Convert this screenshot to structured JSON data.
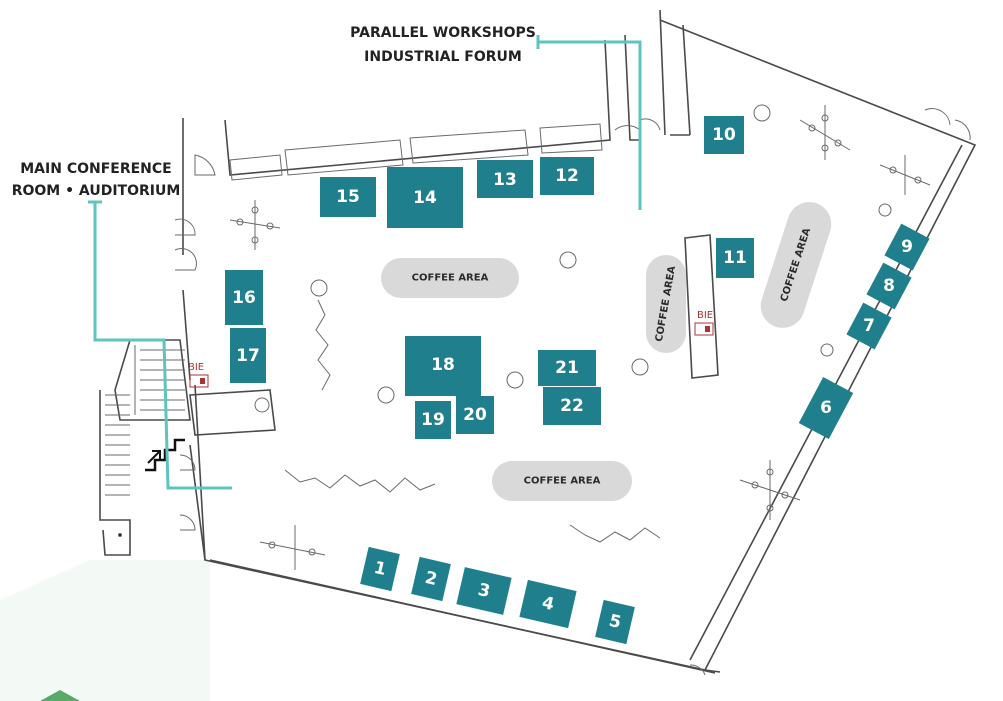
{
  "labels": {
    "workshops_line1": "PARALLEL WORKSHOPS",
    "workshops_line2": "INDUSTRIAL FORUM",
    "conference_line1": "MAIN CONFERENCE",
    "conference_line2": "ROOM • AUDITORIUM"
  },
  "coffee_area_label": "COFFEE AREA",
  "bie_label": "BIE",
  "booth_numbers": [
    "1",
    "2",
    "3",
    "4",
    "5",
    "6",
    "7",
    "8",
    "9",
    "10",
    "11",
    "12",
    "13",
    "14",
    "15",
    "16",
    "17",
    "18",
    "19",
    "20",
    "21",
    "22"
  ],
  "colors": {
    "booth": "#1f7f8c",
    "route": "#5ec4bf",
    "coffee_area": "#d9d9da",
    "wall": "#4a4a4a"
  }
}
